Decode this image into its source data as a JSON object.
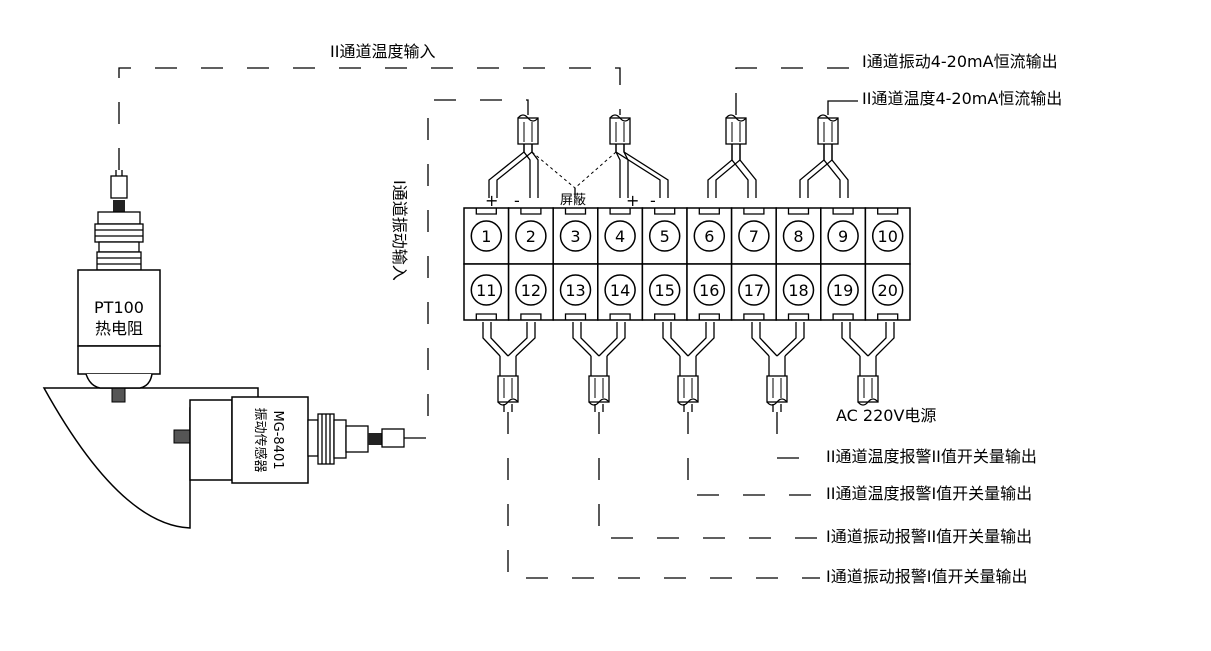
{
  "terminals": {
    "top": [
      "1",
      "2",
      "3",
      "4",
      "5",
      "6",
      "7",
      "8",
      "9",
      "10"
    ],
    "bottom": [
      "11",
      "12",
      "13",
      "14",
      "15",
      "16",
      "17",
      "18",
      "19",
      "20"
    ]
  },
  "polarity": {
    "plus": "+",
    "minus": "-"
  },
  "labels": {
    "shield": "屏蔽",
    "ch2_temp_input": "II通道温度输入",
    "ch1_vib_input": "I通道振动输入",
    "ch1_vib_current_out": "I通道振动4-20mA恒流输出",
    "ch2_temp_current_out": "II通道温度4-20mA恒流输出",
    "ac_power": "AC 220V电源",
    "ch2_temp_alarm_ii": "II通道温度报警II值开关量输出",
    "ch2_temp_alarm_i": "II通道温度报警I值开关量输出",
    "ch1_vib_alarm_ii": "I通道振动报警II值开关量输出",
    "ch1_vib_alarm_i": "I通道振动报警I值开关量输出"
  },
  "sensors": {
    "pt100_model": "PT100",
    "pt100_name": "热电阻",
    "vib_model": "MG-8401",
    "vib_name": "振动传感器"
  }
}
